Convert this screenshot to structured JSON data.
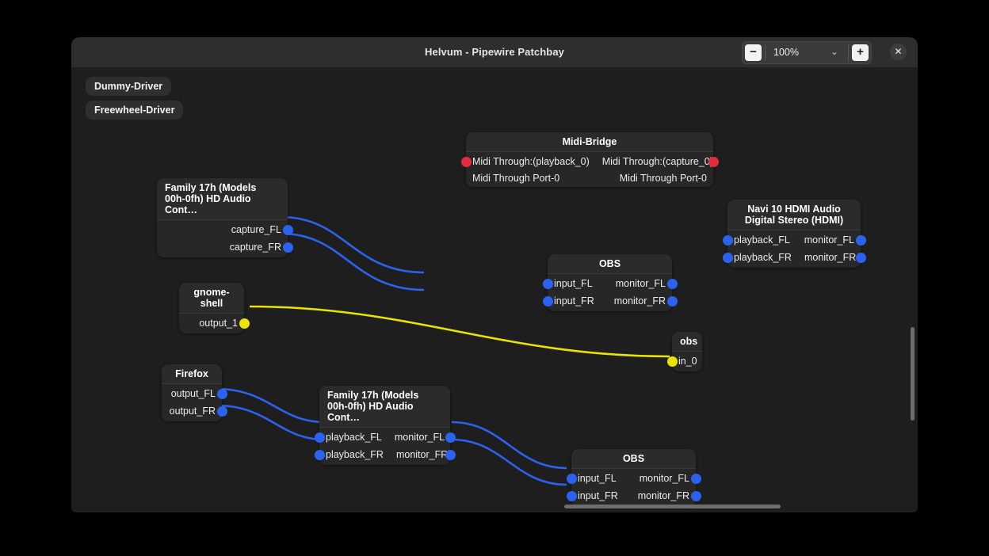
{
  "window": {
    "title": "Helvum - Pipewire Patchbay",
    "zoom_value": "100%",
    "zoom_out_label": "−",
    "zoom_in_label": "+",
    "chevron_label": "⌄",
    "close_label": "✕"
  },
  "colors": {
    "audio_port": "#2b62ef",
    "video_port": "#e9e400",
    "midi_port": "#e12d3f",
    "window_bg": "#1e1e1e",
    "titlebar_bg": "#2e2e2e",
    "node_bg": "#2b2b2b"
  },
  "pills": [
    {
      "label": "Dummy-Driver"
    },
    {
      "label": "Freewheel-Driver"
    }
  ],
  "nodes": [
    {
      "id": "midi-bridge",
      "title": "Midi-Bridge",
      "title_align": "center",
      "rows": [
        {
          "in": "Midi Through:(playback_0)",
          "out": "Midi Through:(capture_0)",
          "in_color": "red",
          "out_color": "red"
        },
        {
          "in": "Midi Through Port-0",
          "out": "Midi Through Port-0",
          "in_color": "none",
          "out_color": "none"
        }
      ]
    },
    {
      "id": "family17h-capture",
      "title": "Family 17h (Models\n00h-0fh) HD Audio Cont…",
      "title_align": "left",
      "rows": [
        {
          "in": "",
          "out": "capture_FL",
          "in_color": "none",
          "out_color": "blue"
        },
        {
          "in": "",
          "out": "capture_FR",
          "in_color": "none",
          "out_color": "blue"
        }
      ]
    },
    {
      "id": "obs-top",
      "title": "OBS",
      "title_align": "center",
      "rows": [
        {
          "in": "input_FL",
          "out": "monitor_FL",
          "in_color": "blue",
          "out_color": "blue"
        },
        {
          "in": "input_FR",
          "out": "monitor_FR",
          "in_color": "blue",
          "out_color": "blue"
        }
      ]
    },
    {
      "id": "navi10",
      "title": "Navi 10 HDMI Audio\nDigital Stereo (HDMI)",
      "title_align": "center",
      "rows": [
        {
          "in": "playback_FL",
          "out": "monitor_FL",
          "in_color": "blue",
          "out_color": "blue"
        },
        {
          "in": "playback_FR",
          "out": "monitor_FR",
          "in_color": "blue",
          "out_color": "blue"
        }
      ]
    },
    {
      "id": "gnome-shell",
      "title": "gnome-shell",
      "title_align": "center",
      "rows": [
        {
          "in": "",
          "out": "output_1",
          "in_color": "none",
          "out_color": "yellow"
        }
      ]
    },
    {
      "id": "obs-video",
      "title": "obs",
      "title_align": "center",
      "rows": [
        {
          "in": "in_0",
          "out": "",
          "in_color": "yellow",
          "out_color": "none"
        }
      ]
    },
    {
      "id": "firefox",
      "title": "Firefox",
      "title_align": "center",
      "rows": [
        {
          "in": "",
          "out": "output_FL",
          "in_color": "none",
          "out_color": "blue"
        },
        {
          "in": "",
          "out": "output_FR",
          "in_color": "none",
          "out_color": "blue"
        }
      ]
    },
    {
      "id": "family17h-playback",
      "title": "Family 17h (Models\n00h-0fh) HD Audio Cont…",
      "title_align": "left",
      "rows": [
        {
          "in": "playback_FL",
          "out": "monitor_FL",
          "in_color": "blue",
          "out_color": "blue"
        },
        {
          "in": "playback_FR",
          "out": "monitor_FR",
          "in_color": "blue",
          "out_color": "blue"
        }
      ]
    },
    {
      "id": "obs-bottom",
      "title": "OBS",
      "title_align": "center",
      "rows": [
        {
          "in": "input_FL",
          "out": "monitor_FL",
          "in_color": "blue",
          "out_color": "blue"
        },
        {
          "in": "input_FR",
          "out": "monitor_FR",
          "in_color": "blue",
          "out_color": "blue"
        }
      ]
    }
  ]
}
